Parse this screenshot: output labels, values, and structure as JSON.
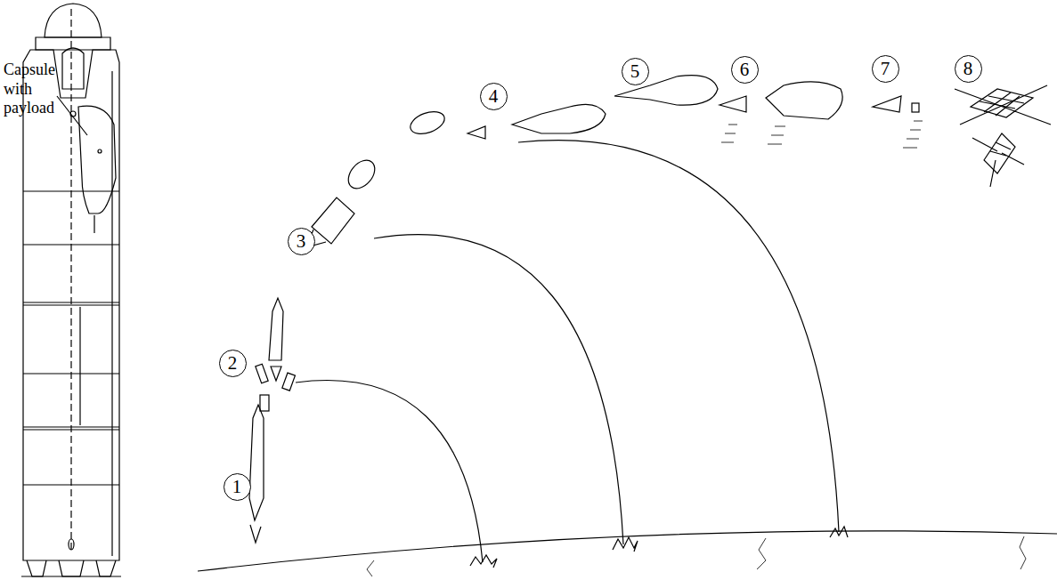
{
  "diagram": {
    "nodes": [
      {
        "text": [
          "1"
        ]
      },
      {
        "text": [
          "2"
        ]
      },
      {
        "text": [
          "3"
        ]
      },
      {
        "text": [
          "4"
        ]
      },
      {
        "text": [
          "5"
        ]
      },
      {
        "text": [
          "6"
        ]
      },
      {
        "text": [
          "7"
        ]
      },
      {
        "text": [
          "8"
        ]
      }
    ],
    "labels": [
      "Capsule with payload"
    ]
  }
}
